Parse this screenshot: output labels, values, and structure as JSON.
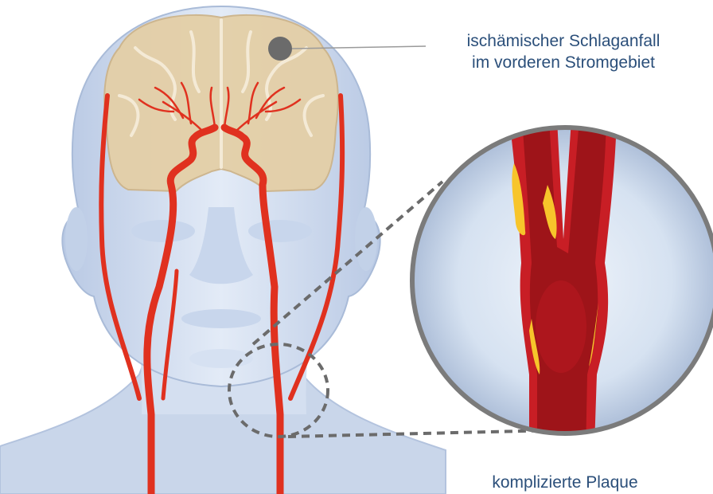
{
  "labels": {
    "stroke_line1": "ischämischer Schlaganfall",
    "stroke_line2": "im vorderen Stromgebiet",
    "plaque": "komplizierte Plaque"
  }
}
